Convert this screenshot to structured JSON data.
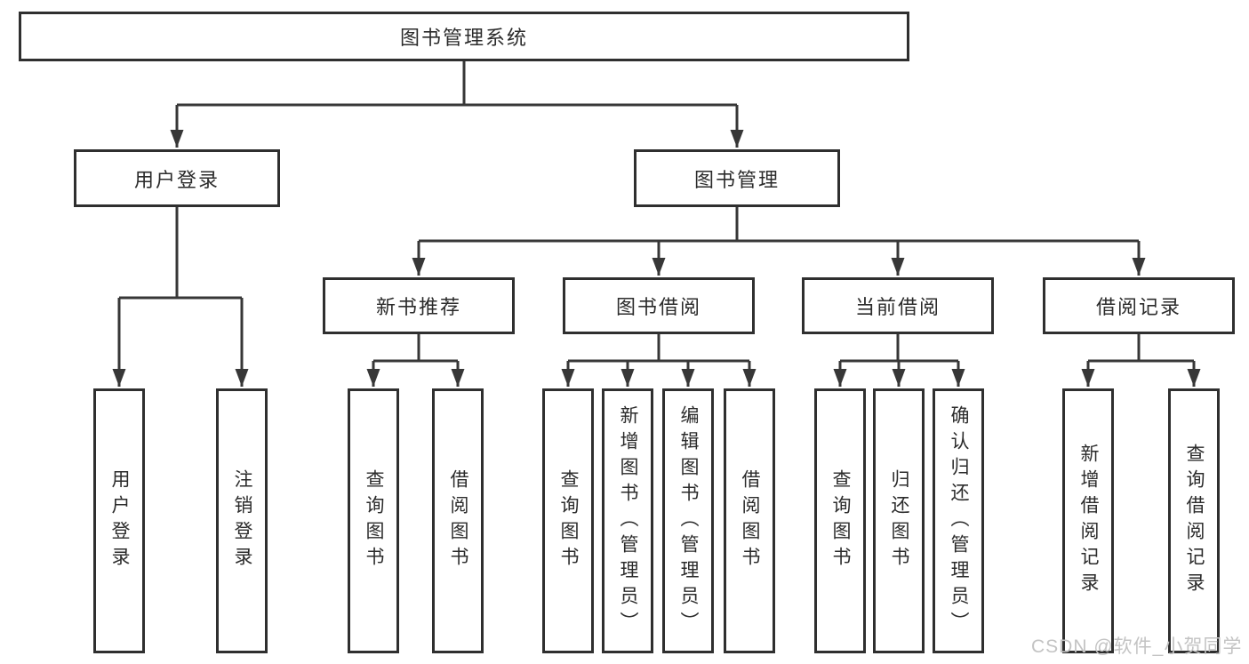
{
  "diagram": {
    "title": "图书管理系统",
    "root": {
      "label": "图书管理系统"
    },
    "level2": [
      {
        "label": "用户登录"
      },
      {
        "label": "图书管理"
      }
    ],
    "level3": [
      {
        "label": "新书推荐"
      },
      {
        "label": "图书借阅"
      },
      {
        "label": "当前借阅"
      },
      {
        "label": "借阅记录"
      }
    ],
    "leaves": {
      "user_login": [
        "用户登录",
        "注销登录"
      ],
      "new_book": [
        "查询图书",
        "借阅图书"
      ],
      "book_borrow": [
        "查询图书",
        "新增图书（管理员）",
        "编辑图书（管理员）",
        "借阅图书"
      ],
      "current_borrow": [
        "查询图书",
        "归还图书",
        "确认归还（管理员）"
      ],
      "borrow_record": [
        "新增借阅记录",
        "查询借阅记录"
      ]
    }
  },
  "watermark": {
    "text": "CSDN @软件_小贺同学",
    "color": "#c3c3c3"
  },
  "colors": {
    "line": "#373737",
    "box_border": "#2f2f2f",
    "text": "#2b2b2b",
    "background": "#ffffff"
  }
}
